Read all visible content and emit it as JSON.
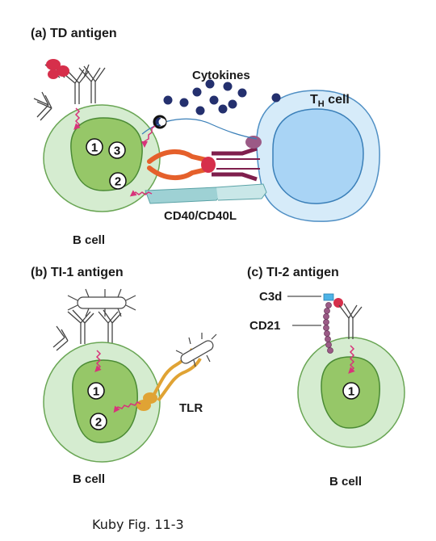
{
  "panels": {
    "a": {
      "title": "(a) TD antigen",
      "cytokines_label": "Cytokines",
      "th_label_main": "T",
      "th_label_sub": "H",
      "th_label_rest": " cell",
      "cd40_label": "CD40/CD40L",
      "bcell_label": "B cell",
      "steps": [
        "1",
        "2",
        "3"
      ]
    },
    "b": {
      "title": "(b) TI-1 antigen",
      "tlr_label": "TLR",
      "bcell_label": "B cell",
      "steps": [
        "1",
        "2"
      ]
    },
    "c": {
      "title": "(c) TI-2 antigen",
      "c3d_label": "C3d",
      "cd21_label": "CD21",
      "bcell_label": "B cell",
      "steps": [
        "1"
      ]
    }
  },
  "caption": "Kuby Fig. 11-3",
  "colors": {
    "outer_cell": "#d5ecd0",
    "nucleus": "#96c768",
    "t_cell_outer": "#d6ebf9",
    "t_cell_inner": "#a9d4f5",
    "cytokine": "#24306e",
    "signal": "#d8337a",
    "antigen_red": "#d62f4b",
    "tlr_orange": "#e0a334",
    "cd40_orange": "#e5602b",
    "tcr_maroon": "#7f1f4d"
  }
}
